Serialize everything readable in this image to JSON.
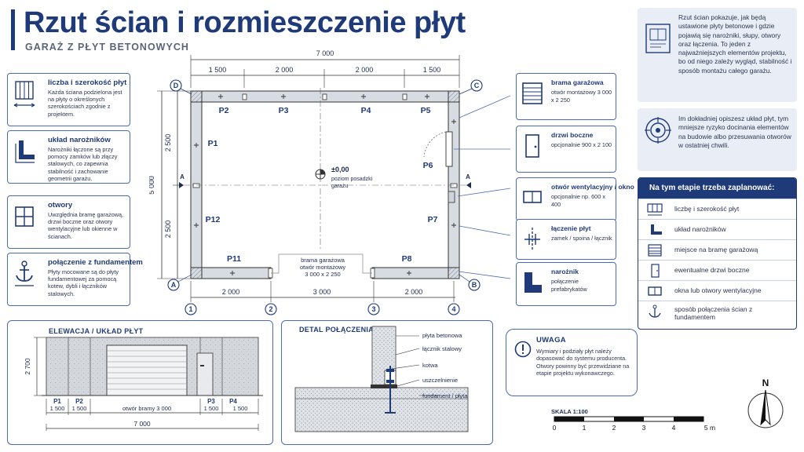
{
  "title": "Rzut ścian i rozmieszczenie płyt",
  "subtitle": "GARAŻ Z PŁYT BETONOWYCH",
  "left_cards": [
    {
      "title": "liczba i szerokość płyt",
      "desc": "Każda ściana podzielona jest na płyty o określonych szerokościach zgodnie z projektem.",
      "icon": "panels-width-icon"
    },
    {
      "title": "układ narożników",
      "desc": "Narożniki łączone są przy pomocy zamków lub złączy stalowych, co zapewnia stabilność i zachowanie geometrii garażu.",
      "icon": "corner-icon"
    },
    {
      "title": "otwory",
      "desc": "Uwzględnia bramę garażową, drzwi boczne oraz otwory wentylacyjne lub okienne w ścianach.",
      "icon": "window-icon"
    },
    {
      "title": "połączenie z fundamentem",
      "desc": "Płyty mocowane są do płyty fundamentowej za pomocą kotew, dybli i łączników stalowych.",
      "icon": "anchor-icon"
    }
  ],
  "plan": {
    "total_width": "7 000",
    "top_dims": [
      "1 500",
      "2 000",
      "2 000",
      "1 500"
    ],
    "bottom_dims": [
      "2 000",
      "3 000",
      "2 000"
    ],
    "left_height": "5 000",
    "left_dims": [
      "2 500",
      "2 500"
    ],
    "corners": [
      "A",
      "B",
      "C",
      "D"
    ],
    "axes": [
      "1",
      "2",
      "3",
      "4"
    ],
    "section_mark": "A",
    "panels": [
      "P1",
      "P2",
      "P3",
      "P4",
      "P5",
      "P6",
      "P7",
      "P8",
      "P11",
      "P12"
    ],
    "level": "±0,00",
    "level_desc_1": "poziom posadzki",
    "level_desc_2": "garażu",
    "gate_label_1": "brama garażowa",
    "gate_label_2": "otwór montażowy",
    "gate_label_3": "3 000 x 2 250"
  },
  "right_cards": [
    {
      "title": "brama garażowa",
      "desc": "otwór montażowy 3 000 x 2 250",
      "icon": "garage-door-icon"
    },
    {
      "title": "drzwi boczne",
      "desc": "opcjonalnie 900 x 2 100",
      "icon": "door-icon"
    },
    {
      "title": "otwór wentylacyjny / okno",
      "desc": "opcjonalnie np. 600 x 400",
      "icon": "window-icon"
    },
    {
      "title": "łączenie płyt",
      "desc": "zamek / spoina / łącznik",
      "icon": "joint-icon"
    },
    {
      "title": "narożnik",
      "desc": "połączenie prefabrykatów",
      "icon": "corner-icon"
    }
  ],
  "info_1": "Rzut ścian pokazuje, jak będą ustawione płyty betonowe i gdzie pojawią się narożniki, słupy, otwory oraz łączenia. To jeden z najważniejszych elementów projektu, bo od niego zależy wygląd, stabilność i sposób montażu całego garażu.",
  "info_2": "Im dokładniej opiszesz układ płyt, tym mniejsze ryzyko docinania elementów na budowie albo przesuwania otworów w ostatniej chwili.",
  "plan_list": {
    "title": "Na tym etapie trzeba zaplanować:",
    "items": [
      "liczbę i szerokość płyt",
      "układ narożników",
      "miejsce na bramę garażową",
      "ewentualne drzwi boczne",
      "okna lub otwory wentylacyjne",
      "sposób połączenia ścian z fundamentem"
    ]
  },
  "elevation": {
    "title": "ELEWACJA / UKŁAD PŁYT",
    "height": "2 700",
    "panels": [
      "P1",
      "P2",
      "P3",
      "P4"
    ],
    "dims": [
      "1 500",
      "1 500",
      "otwór bramy 3 000",
      "1 500",
      "1 500"
    ],
    "total": "7 000"
  },
  "detail": {
    "title": "DETAL POŁĄCZENIA",
    "labels": [
      "płyta betonowa",
      "łącznik stalowy",
      "kotwa",
      "uszczelnienie",
      "fundament / płyta"
    ]
  },
  "warning": {
    "title": "UWAGA",
    "text": "Wymiary i podziały płyt należy dopasować do systemu producenta. Otwory powinny być przewidziane na etapie projektu wykonawczego."
  },
  "scale": {
    "title": "SKALA 1:100",
    "ticks": [
      "0",
      "1",
      "2",
      "3",
      "4",
      "5 m"
    ]
  },
  "north": "N"
}
